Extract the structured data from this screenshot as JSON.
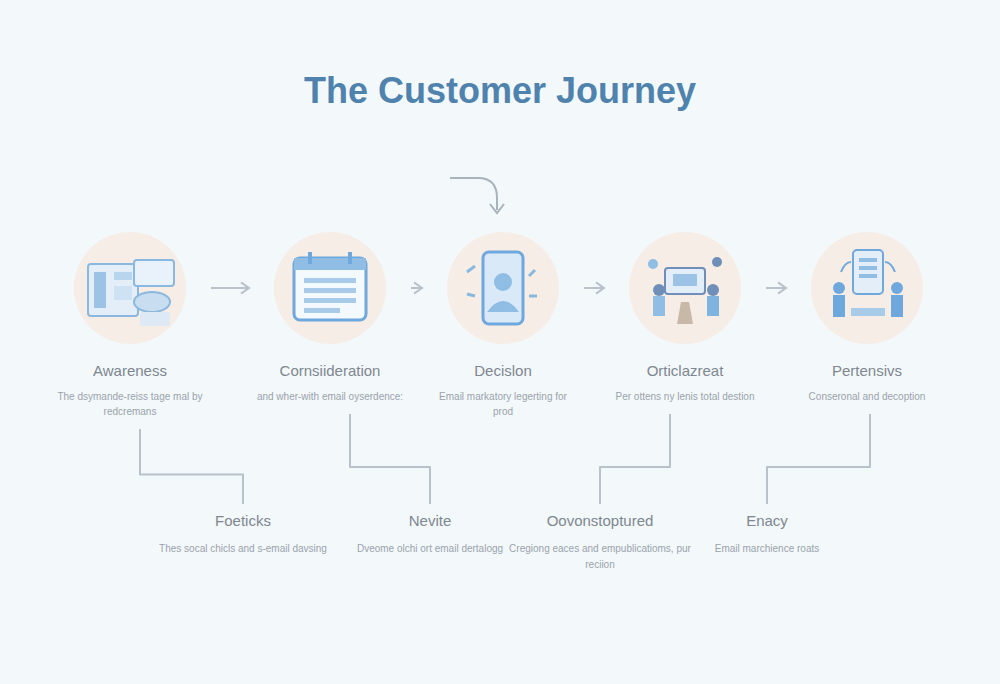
{
  "diagram": {
    "title": "The Customer Journey",
    "nodes": [
      {
        "text": [
          "Awareness",
          "The dsymande-reiss tage mal by redcremans"
        ]
      },
      {
        "text": [
          "Cornsiideration",
          "and wher-with email oyserdence:"
        ]
      },
      {
        "text": [
          "Decislon",
          "Email markatory legerting for prod"
        ]
      },
      {
        "text": [
          "Orticlazreat",
          "Per ottens ny lenis total destion"
        ]
      },
      {
        "text": [
          "Pertensivs",
          "Conseronal and decoption"
        ]
      },
      {
        "text": [
          "Foeticks",
          "Thes socal chicls and s-email davsing"
        ]
      },
      {
        "text": [
          "Nevite",
          "Dveome olchi ort email dertalogg"
        ]
      },
      {
        "text": [
          "Oovonstoptured",
          "Cregiong eaces and empublicatioms, pur reciion"
        ]
      },
      {
        "text": [
          "Enacy",
          "Email marchience roats"
        ]
      }
    ],
    "edges": [
      {
        "from": 0,
        "to": 1,
        "arrow": "to"
      },
      {
        "from": 1,
        "to": 2,
        "arrow": "to"
      },
      {
        "from": 2,
        "to": 3,
        "arrow": "to"
      },
      {
        "from": 3,
        "to": 4,
        "arrow": "to"
      },
      {
        "from": 0,
        "to": 5,
        "arrow": "none"
      },
      {
        "from": 1,
        "to": 6,
        "arrow": "none"
      },
      {
        "from": 3,
        "to": 7,
        "arrow": "none"
      },
      {
        "from": 4,
        "to": 8,
        "arrow": "none"
      }
    ]
  }
}
